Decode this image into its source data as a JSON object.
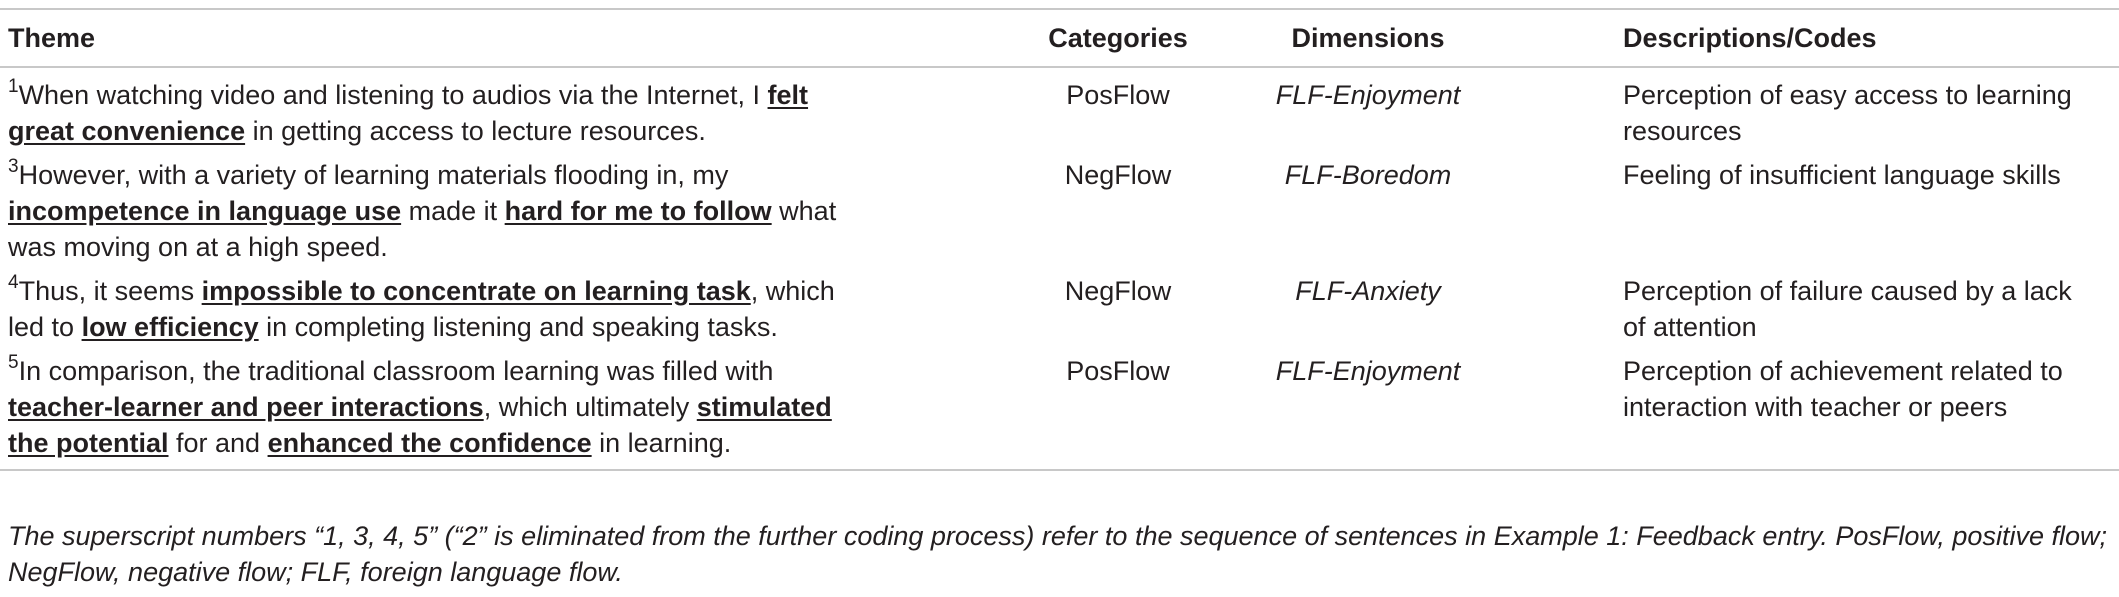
{
  "table": {
    "headers": {
      "theme": "Theme",
      "categories": "Categories",
      "dimensions": "Dimensions",
      "descriptions": "Descriptions/Codes"
    },
    "rows": [
      {
        "sup": "1",
        "theme_parts": [
          {
            "text": "When watching video and listening to audios via the Internet, I ",
            "emph": false
          },
          {
            "text": "felt great convenience",
            "emph": true
          },
          {
            "text": " in getting access to lecture resources.",
            "emph": false
          }
        ],
        "category": "PosFlow",
        "dimension": "FLF-Enjoyment",
        "description": "Perception of easy access to learning resources"
      },
      {
        "sup": "3",
        "theme_parts": [
          {
            "text": "However, with a variety of learning materials flooding in, my ",
            "emph": false
          },
          {
            "text": "incompetence in language use",
            "emph": true
          },
          {
            "text": " made it ",
            "emph": false
          },
          {
            "text": "hard for me to follow",
            "emph": true
          },
          {
            "text": " what was moving on at a high speed.",
            "emph": false
          }
        ],
        "category": "NegFlow",
        "dimension": "FLF-Boredom",
        "description": "Feeling of insufficient language skills"
      },
      {
        "sup": "4",
        "theme_parts": [
          {
            "text": "Thus, it seems ",
            "emph": false
          },
          {
            "text": "impossible to concentrate on learning task",
            "emph": true
          },
          {
            "text": ", which led to ",
            "emph": false
          },
          {
            "text": "low efficiency",
            "emph": true
          },
          {
            "text": " in completing listening and speaking tasks.",
            "emph": false
          }
        ],
        "category": "NegFlow",
        "dimension": "FLF-Anxiety",
        "description": "Perception of failure caused by a lack of attention"
      },
      {
        "sup": "5",
        "theme_parts": [
          {
            "text": "In comparison, the traditional classroom learning was filled with ",
            "emph": false
          },
          {
            "text": "teacher-learner and peer interactions",
            "emph": true
          },
          {
            "text": ", which ultimately ",
            "emph": false
          },
          {
            "text": "stimulated the potential",
            "emph": true
          },
          {
            "text": " for and ",
            "emph": false
          },
          {
            "text": "enhanced the confidence",
            "emph": true
          },
          {
            "text": " in learning.",
            "emph": false
          }
        ],
        "category": "PosFlow",
        "dimension": "FLF-Enjoyment",
        "description": "Perception of achievement related to interaction with teacher or peers"
      }
    ]
  },
  "footnote": "The superscript numbers “1, 3, 4, 5” (“2” is eliminated from the further coding process) refer to the sequence of sentences in Example 1: Feedback entry. PosFlow, positive flow; NegFlow, negative flow; FLF, foreign language flow."
}
